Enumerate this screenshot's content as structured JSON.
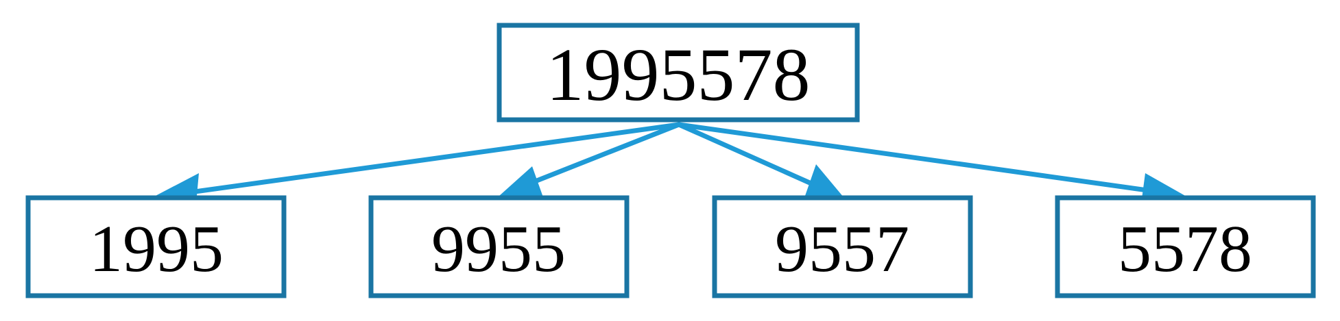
{
  "diagram": {
    "root": {
      "label": "1995578"
    },
    "children": [
      {
        "label": "1995"
      },
      {
        "label": "9955"
      },
      {
        "label": "9557"
      },
      {
        "label": "5578"
      }
    ],
    "colors": {
      "box_border": "#1a75a3",
      "arrow": "#1f9ad6",
      "text": "#000000"
    }
  }
}
